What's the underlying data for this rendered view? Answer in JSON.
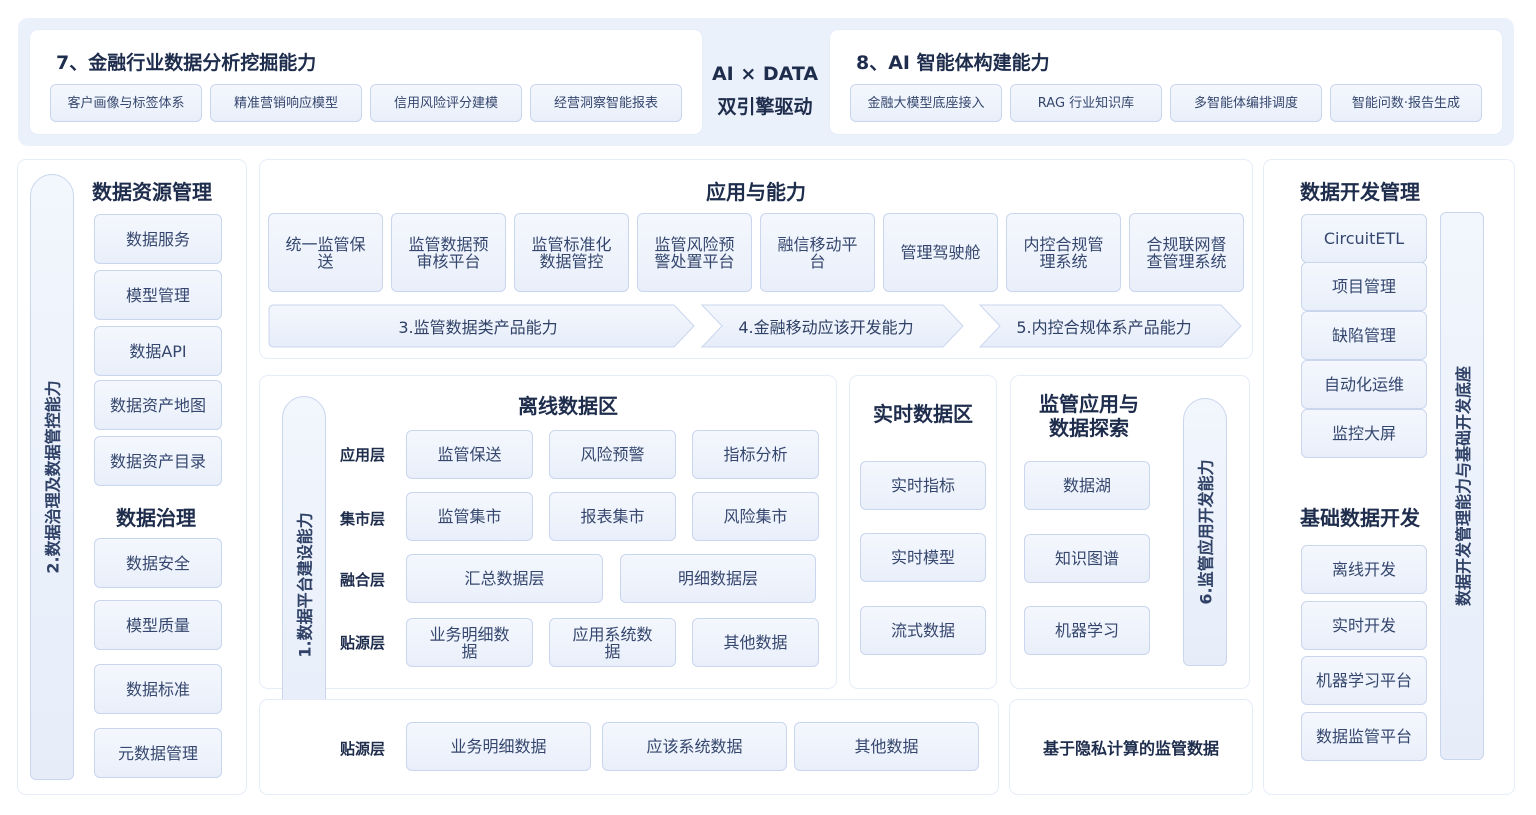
{
  "top_left": {
    "title": "7、金融行业数据分析挖掘能力",
    "items": [
      "客户画像与标签体系",
      "精准营销响应模型",
      "信用风险评分建模",
      "经营洞察智能报表"
    ]
  },
  "center_label": {
    "line1": "AI × DATA",
    "line2": "双引擎驱动"
  },
  "top_right": {
    "title": "8、AI 智能体构建能力",
    "items": [
      "金融大模型底座接入",
      "RAG 行业知识库",
      "多智能体编排调度",
      "智能问数·报告生成"
    ]
  },
  "left_col": {
    "vertical_label": "2.数据治理及数据管控能力",
    "resource_title": "数据资源管理",
    "resource_items": [
      "数据服务",
      "模型管理",
      "数据API",
      "数据资产地图",
      "数据资产目录"
    ],
    "governance_title": "数据治理",
    "governance_items": [
      "数据安全",
      "模型质量",
      "数据标准",
      "元数据管理"
    ]
  },
  "app": {
    "title": "应用与能力",
    "items": [
      "统一监管保送",
      "监管数据预审核平台",
      "监管标准化数据管控",
      "监管风险预警处置平台",
      "融信移动平台",
      "管理驾驶舱",
      "内控合规管理系统",
      "合规联网督查管理系统"
    ],
    "arrows": [
      "3.监管数据类产品能力",
      "4.金融移动应该开发能力",
      "5.内控合规体系产品能力"
    ]
  },
  "offline": {
    "vertical_label": "1.数据平台建设能力",
    "title": "离线数据区",
    "layers": [
      {
        "label": "应用层",
        "items": [
          "监管保送",
          "风险预警",
          "指标分析"
        ]
      },
      {
        "label": "集市层",
        "items": [
          "监管集市",
          "报表集市",
          "风险集市"
        ]
      },
      {
        "label": "融合层",
        "items": [
          "汇总数据层",
          "明细数据层"
        ]
      },
      {
        "label": "贴源层",
        "items": [
          "业务明细数据",
          "应用系统数据",
          "其他数据"
        ]
      }
    ]
  },
  "realtime": {
    "title": "实时数据区",
    "items": [
      "实时指标",
      "实时模型",
      "流式数据"
    ]
  },
  "explore": {
    "title_line1": "监管应用与",
    "title_line2": "数据探索",
    "items": [
      "数据湖",
      "知识图谱",
      "机器学习"
    ],
    "vertical_label": "6.监管应用开发能力"
  },
  "bottom": {
    "label": "贴源层",
    "items": [
      "业务明细数据",
      "应该系统数据",
      "其他数据"
    ],
    "privacy": "基于隐私计算的监管数据"
  },
  "right_col": {
    "dev_title": "数据开发管理",
    "dev_items": [
      "CircuitETL",
      "项目管理",
      "缺陷管理",
      "自动化运维",
      "监控大屏"
    ],
    "base_title": "基础数据开发",
    "base_items": [
      "离线开发",
      "实时开发",
      "机器学习平台",
      "数据监管平台"
    ],
    "vertical_label": "数据开发管理能力与基础开发底座"
  },
  "colors": {
    "chip_bg": "#eef3fb",
    "chip_border": "#c9d6ee",
    "band_bg": "#eaf1fb",
    "text": "#1f2d4d"
  }
}
